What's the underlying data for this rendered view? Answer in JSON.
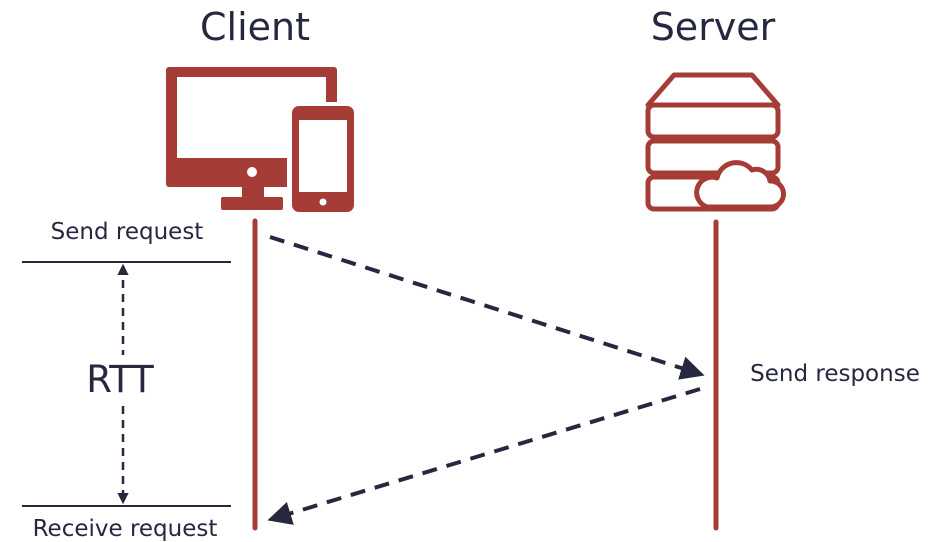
{
  "client": {
    "title": "Client",
    "icon": "desktop-and-phone-icon"
  },
  "server": {
    "title": "Server",
    "icon": "server-cloud-icon"
  },
  "events": {
    "send_request": "Send request",
    "send_response": "Send response",
    "receive_request": "Receive request"
  },
  "rtt_label": "RTT",
  "colors": {
    "accent": "#a53d36",
    "ink": "#262840",
    "background": "#ffffff"
  }
}
